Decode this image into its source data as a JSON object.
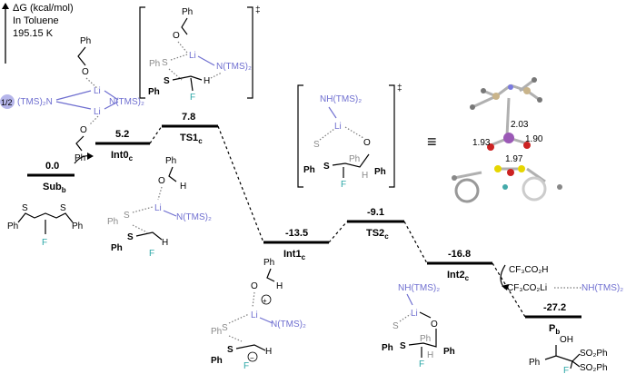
{
  "axis": {
    "label": "ΔG (kcal/mol)",
    "solvent": "In Toluene",
    "temperature": "195.15 K"
  },
  "levels": [
    {
      "id": "sub",
      "energy": "0.0",
      "name": "Sub",
      "sub": "b"
    },
    {
      "id": "int0",
      "energy": "5.2",
      "name": "Int0",
      "sub": "c"
    },
    {
      "id": "ts1",
      "energy": "7.8",
      "name": "TS1",
      "sub": "c"
    },
    {
      "id": "int1",
      "energy": "-13.5",
      "name": "Int1",
      "sub": "c"
    },
    {
      "id": "ts2",
      "energy": "-9.1",
      "name": "TS2",
      "sub": "c"
    },
    {
      "id": "int2",
      "energy": "-16.8",
      "name": "Int2",
      "sub": "c"
    },
    {
      "id": "p",
      "energy": "-27.2",
      "name": "P",
      "sub": "b"
    }
  ],
  "labels": {
    "half": "1/2",
    "tms2": "(TMS)₂N",
    "ntms2": "N(TMS)₂",
    "li": "Li",
    "o": "O",
    "h": "H",
    "ph": "Ph",
    "s": "S",
    "f": "F",
    "nh": "NH(TMS)₂",
    "dagger": "‡",
    "cf3co2h": "CF₃CO₂H",
    "cf3co2li": "CF₃CO₂Li",
    "nhtms2": "NH(TMS)₂",
    "oh": "OH",
    "so2ph": "SO₂Ph",
    "equiv": "≡",
    "plus": "+",
    "minus": "−"
  },
  "distances": [
    "2.03",
    "1.93",
    "1.90",
    "1.97"
  ],
  "colors": {
    "blue": "#6f6fd0",
    "gray": "#8a8a8a",
    "fluorine": "#2aa6a6",
    "li_sphere": "#9b59b6"
  }
}
